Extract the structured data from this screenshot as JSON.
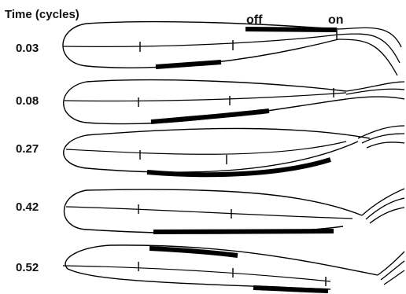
{
  "figure": {
    "y_axis_title": "Time (cycles)",
    "marker_labels": {
      "off": "off",
      "on": "on"
    },
    "rows": [
      {
        "time_label": "0.03"
      },
      {
        "time_label": "0.08"
      },
      {
        "time_label": "0.27"
      },
      {
        "time_label": "0.42"
      },
      {
        "time_label": "0.52"
      }
    ]
  }
}
